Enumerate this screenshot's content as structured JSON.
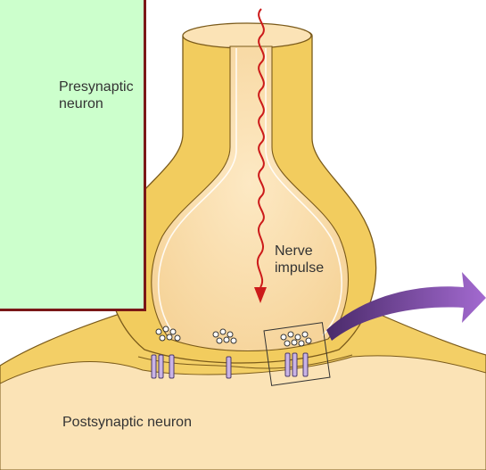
{
  "labels": {
    "presynaptic": [
      "Presynaptic",
      "neuron"
    ],
    "nerve_impulse": [
      "Nerve",
      "impulse"
    ],
    "postsynaptic": "Postsynaptic neuron"
  },
  "colors": {
    "note_box_fill": "#ccffcc",
    "note_box_border": "#7a1717",
    "neuron_membrane": "#f2cc5e",
    "cytoplasm": "#fbe3b6",
    "impulse_arrow": "#cc1a1a",
    "pointer_arrow": "#7b3fa0"
  }
}
